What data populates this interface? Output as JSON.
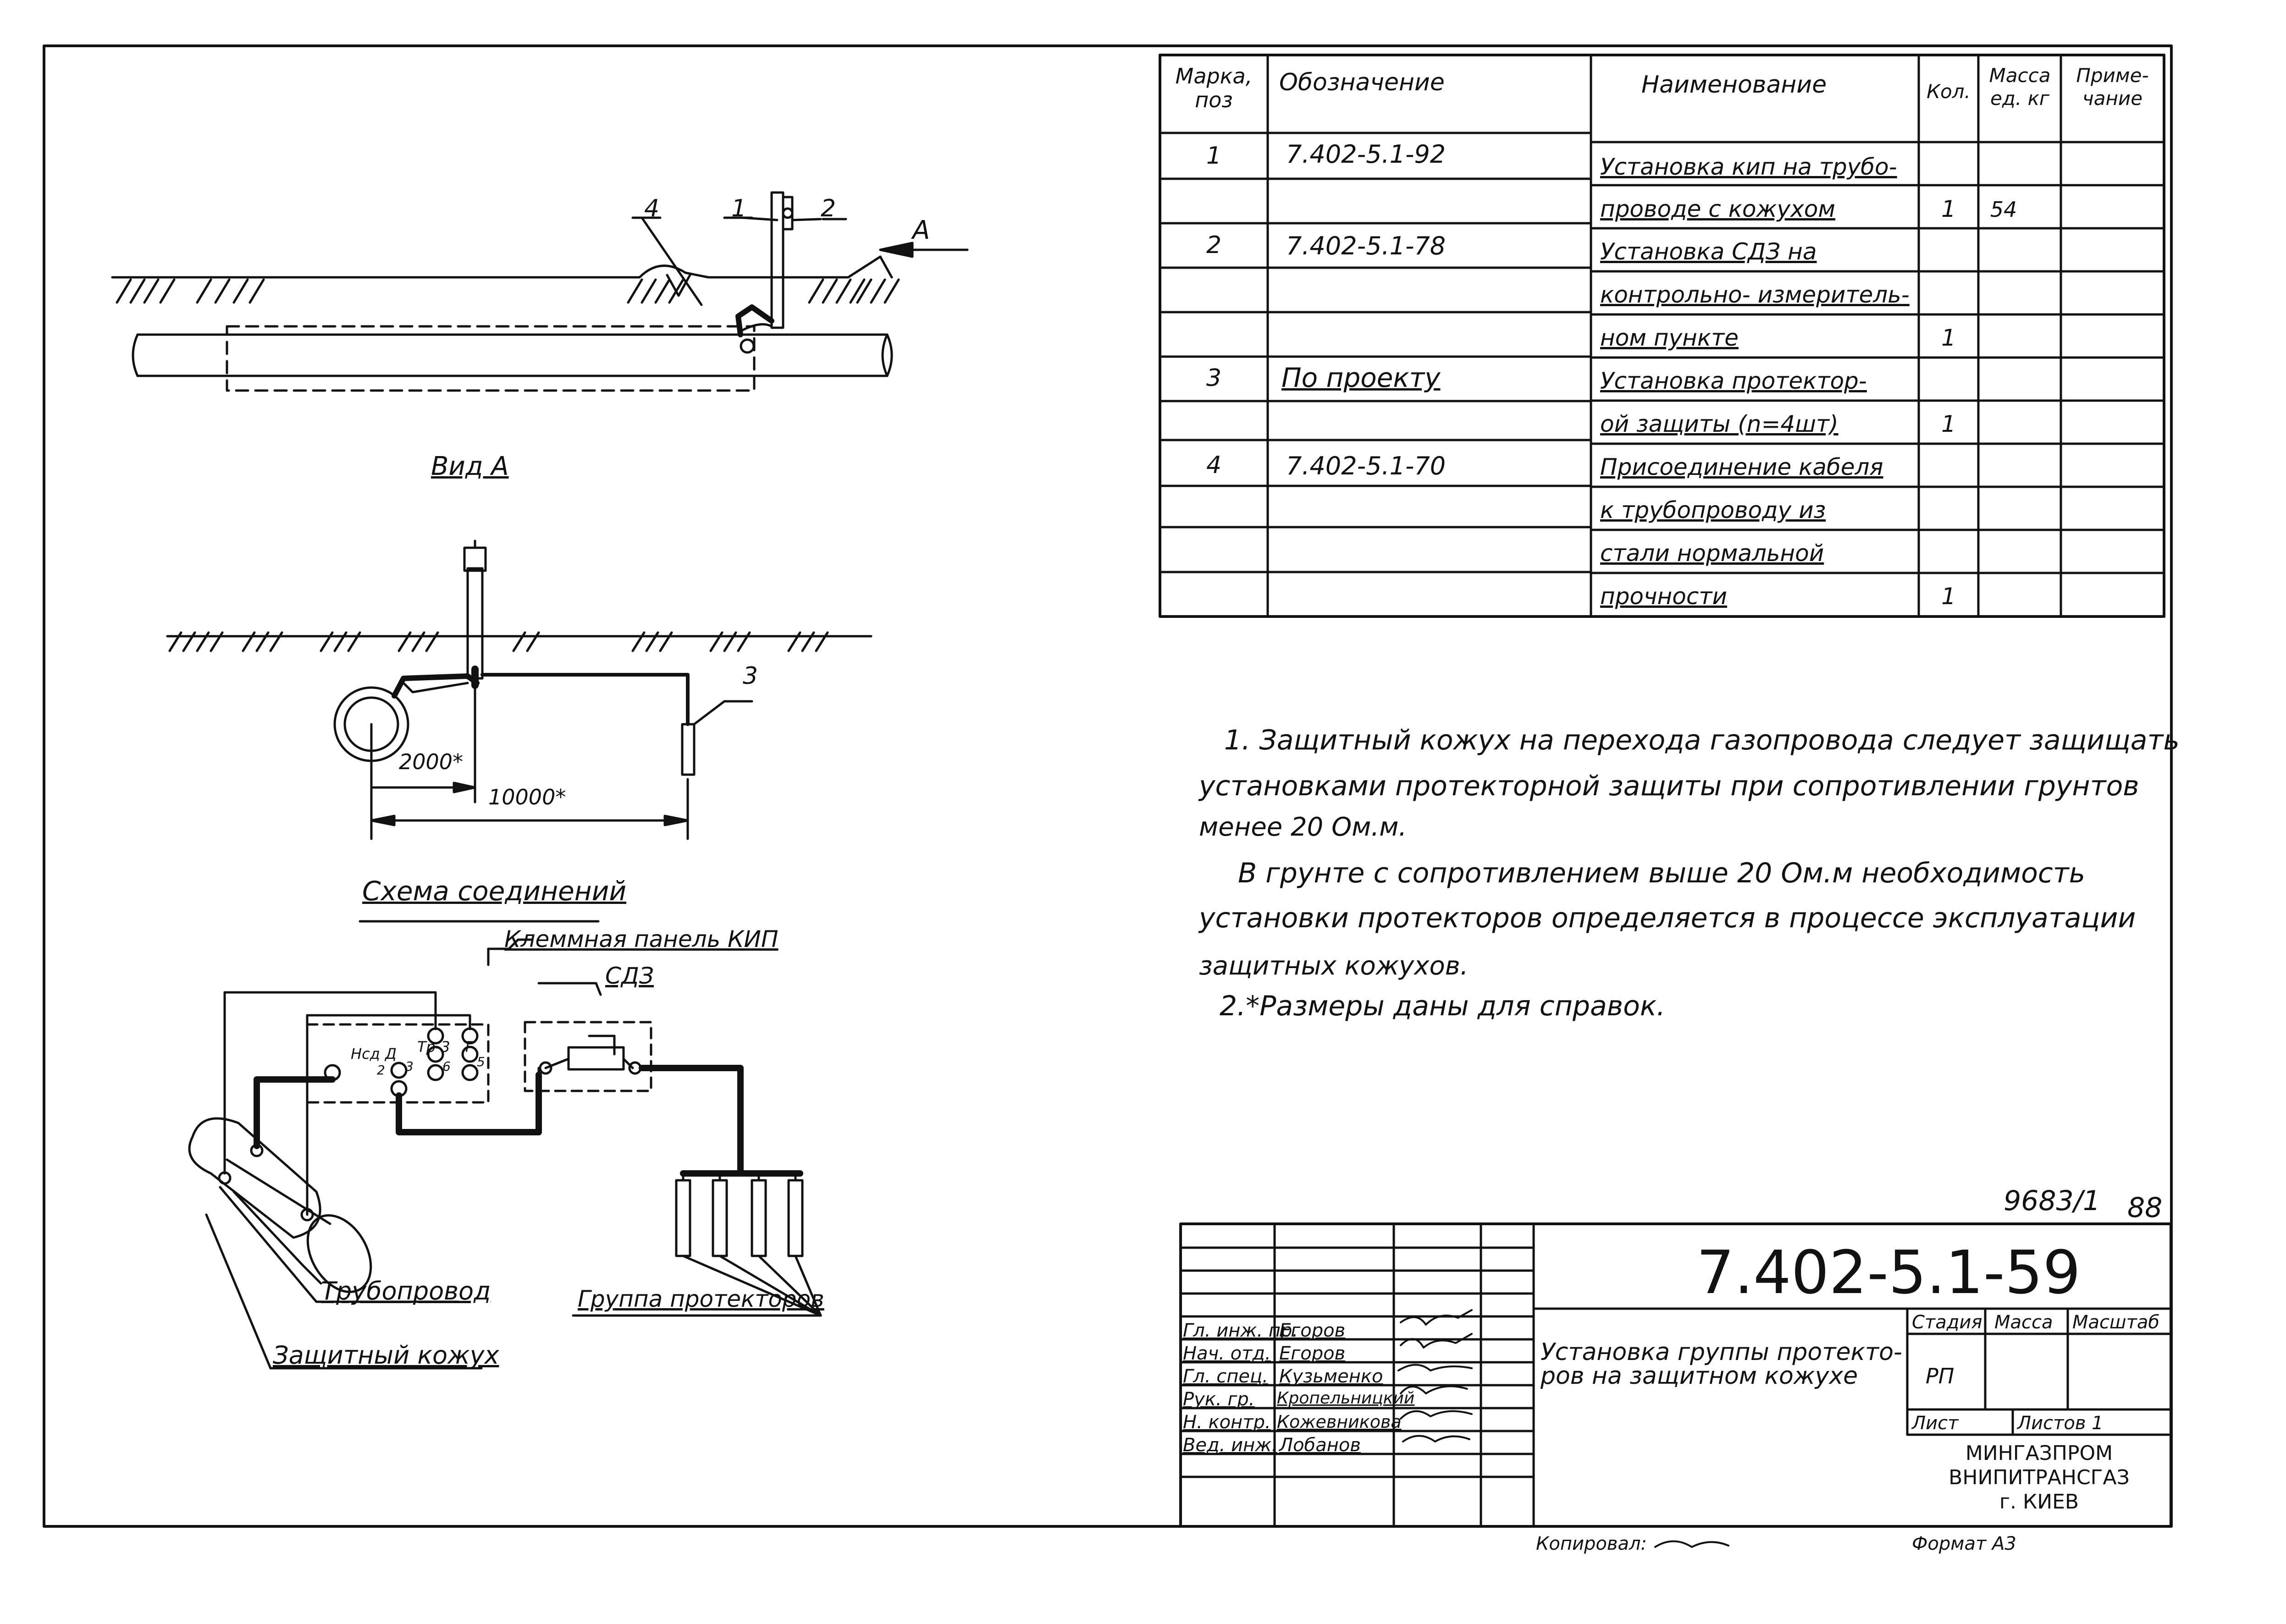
{
  "spec_table": {
    "headers": [
      "Марка, поз",
      "Обозначение",
      "Наименование",
      "Кол.",
      "Масса ед. кг",
      "Приме- чание"
    ],
    "items": [
      {
        "pos": "1",
        "designation": "7.402-5.1-92",
        "name_lines": [
          "Установка кип на трубо-",
          "проводе с кожухом"
        ],
        "qty": "1",
        "mass": "54"
      },
      {
        "pos": "2",
        "designation": "7.402-5.1-78",
        "name_lines": [
          "Установка СДЗ на",
          "контрольно- измеритель-",
          "ном пункте"
        ],
        "qty": "1",
        "mass": ""
      },
      {
        "pos": "3",
        "designation": "По проекту",
        "name_lines": [
          "Установка протектор-",
          "ой защиты (n=4шт)"
        ],
        "qty": "1",
        "mass": ""
      },
      {
        "pos": "4",
        "designation": "7.402-5.1-70",
        "name_lines": [
          "Присоединение кабеля",
          "к трубопроводу из",
          "стали нормальной",
          "прочности"
        ],
        "qty": "1",
        "mass": ""
      }
    ]
  },
  "drawing": {
    "callouts": [
      "4",
      "1",
      "2",
      "3"
    ],
    "view_arrow": "A",
    "view_title": "Вид А",
    "dim_1": "2000*",
    "dim_2": "10000*",
    "scheme_title": "Схема соединений",
    "terminal_panel": "Клеммная панель КИП",
    "sdz": "СДЗ",
    "terminal_labels": [
      "Нсд",
      "Д",
      "Тр-3",
      "Т",
      "2",
      "3",
      "6",
      "5"
    ],
    "pipeline": "Трубопровод",
    "protector_group": "Группа протекторов",
    "casing": "Защитный кожух"
  },
  "notes": [
    "1. Защитный кожух на перехода газопровода следует защищать",
    "установками протекторной защиты при сопротивлении грунтов",
    "менее 20 Ом.м.",
    "В грунте с сопротивлением выше 20 Ом.м необходимость",
    "установки протекторов определяется в процессе эксплуатации",
    "защитных кожухов.",
    "2.*Размеры даны для справок."
  ],
  "sheet_number": "9683/1",
  "page_number": "88",
  "title_block": {
    "doc_code": "7.402-5.1-59",
    "title": "Установка группы протекторов на защитном кожухе",
    "title_lines": [
      "Установка группы протекто-",
      "ров на защитном кожухе"
    ],
    "stage_label": "Стадия",
    "mass_label": "Масса",
    "scale_label": "Масштаб",
    "stage": "РП",
    "sheet_label": "Лист",
    "sheets_label": "Листов 1",
    "org_lines": [
      "МИНГАЗПРОМ",
      "ВНИПИТРАНСГАЗ",
      "г. КИЕВ"
    ],
    "roles": [
      "Гл. инж. пр.",
      "Нач. отд.",
      "Гл. спец.",
      "Рук. гр.",
      "Н. контр.",
      "Вед. инж."
    ],
    "names": [
      "Егоров",
      "Егоров",
      "Кузьменко",
      "Кропельницкий",
      "Кожевникова",
      "Лобанов"
    ]
  },
  "copied_label": "Копировал:",
  "format_label": "Формат А3"
}
